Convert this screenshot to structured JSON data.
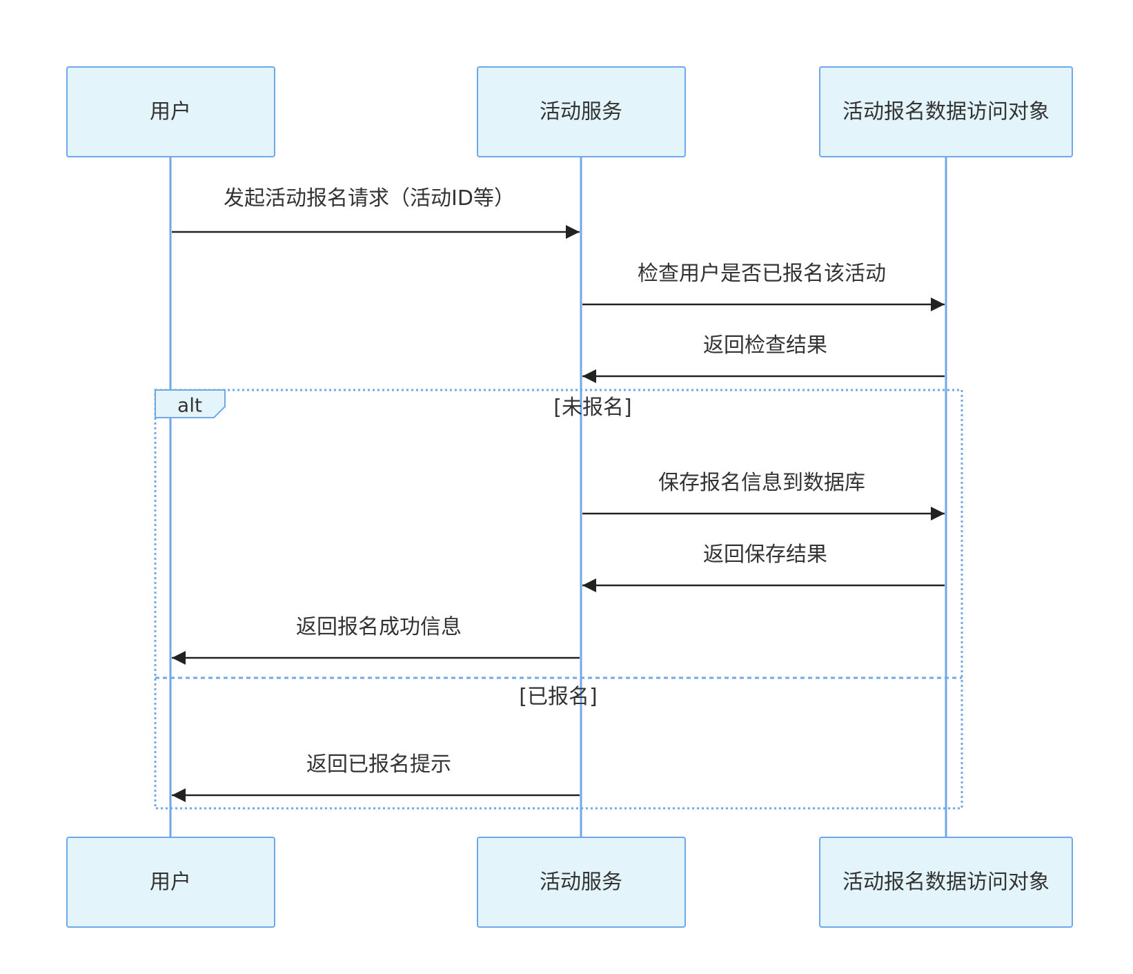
{
  "participants": [
    {
      "id": "user",
      "label": "用户"
    },
    {
      "id": "service",
      "label": "活动服务"
    },
    {
      "id": "dao",
      "label": "活动报名数据访问对象"
    }
  ],
  "messages": [
    {
      "from": "user",
      "to": "service",
      "label": "发起活动报名请求（活动ID等）"
    },
    {
      "from": "service",
      "to": "dao",
      "label": "检查用户是否已报名该活动"
    },
    {
      "from": "dao",
      "to": "service",
      "label": "返回检查结果"
    },
    {
      "from": "service",
      "to": "dao",
      "label": "保存报名信息到数据库"
    },
    {
      "from": "dao",
      "to": "service",
      "label": "返回保存结果"
    },
    {
      "from": "service",
      "to": "user",
      "label": "返回报名成功信息"
    },
    {
      "from": "service",
      "to": "user",
      "label": "返回已报名提示"
    }
  ],
  "alt": {
    "label": "alt",
    "branch1_condition": "[未报名]",
    "branch2_condition": "[已报名]"
  },
  "colors": {
    "actor_fill": "#e3f4fb",
    "actor_stroke": "#6fa8e8",
    "lifeline": "#6fa8e8",
    "message": "#222222",
    "text": "#333333"
  }
}
